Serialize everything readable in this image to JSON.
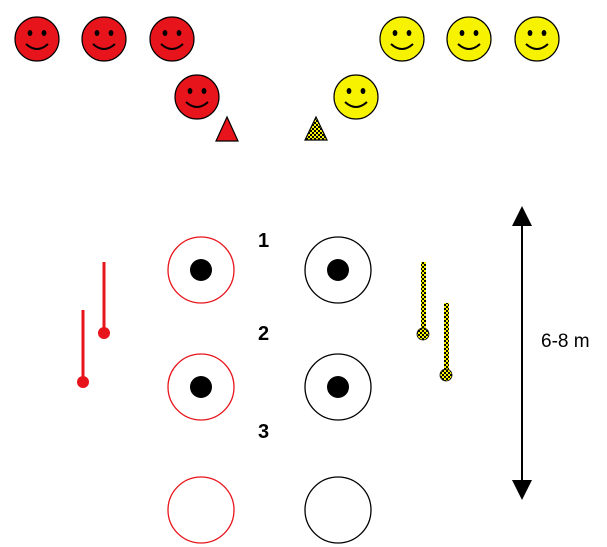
{
  "colors": {
    "red_team": "#e8141b",
    "yellow_team": "#f7f200",
    "black": "#000000",
    "white": "#ffffff"
  },
  "icons": {
    "player": "smiley-face-icon",
    "cone": "triangle-cone-icon",
    "pole": "stick-pole-icon",
    "target": "ring-target-icon",
    "arrow": "double-arrow-icon"
  },
  "teams": {
    "red": {
      "waiting_players": 3,
      "active_players": 1
    },
    "yellow": {
      "waiting_players": 3,
      "active_players": 1
    }
  },
  "rows": [
    {
      "label": "1"
    },
    {
      "label": "2"
    },
    {
      "label": "3"
    }
  ],
  "distance": {
    "label": "6-8 m"
  }
}
